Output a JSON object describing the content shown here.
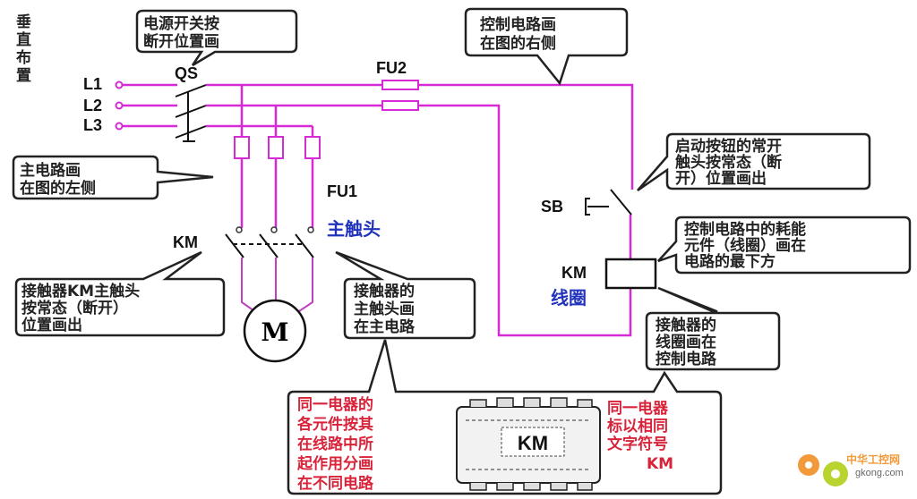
{
  "title_vertical": [
    "垂",
    "直",
    "布",
    "置"
  ],
  "labels": {
    "l1": "L1",
    "l2": "L2",
    "l3": "L3",
    "qs": "QS",
    "fu1": "FU1",
    "fu2": "FU2",
    "km_main": "KM",
    "main_contact": "主触头",
    "sb": "SB",
    "km_coil": "KM",
    "coil": "线圈",
    "motor": "M",
    "device_km": "KM"
  },
  "callouts": {
    "power_switch": [
      "电源开关按",
      "断开位置画"
    ],
    "control_right": [
      "控制电路画",
      "在图的右侧"
    ],
    "main_left": [
      "主电路画",
      "在图的左侧"
    ],
    "start_button": [
      "启动按钮的常开",
      "触头按常态（断",
      "开）位置画出"
    ],
    "coil_bottom": [
      "控制电路中的耗能",
      "元件（线圈）画在",
      "电路的最下方"
    ],
    "km_contacts_state": [
      "接触器KM主触头",
      "按常态（断开）",
      "位置画出"
    ],
    "contacts_in_main": [
      "接触器的",
      "主触头画",
      "在主电路"
    ],
    "coil_in_control": [
      "接触器的",
      "线圈画在",
      "控制电路"
    ],
    "same_device_left": [
      "同一电器的",
      "各元件按其",
      "在线路中所",
      "起作用分画",
      "在不同电路"
    ],
    "same_device_right": [
      "同一电器",
      "标以相同",
      "文字符号",
      "KM"
    ]
  },
  "watermark": {
    "name": "中华工控网",
    "domain": "gkong.com"
  },
  "colors": {
    "wire": "#d62ad6",
    "accent_blue": "#2233bb",
    "note_red": "#d8243a"
  }
}
